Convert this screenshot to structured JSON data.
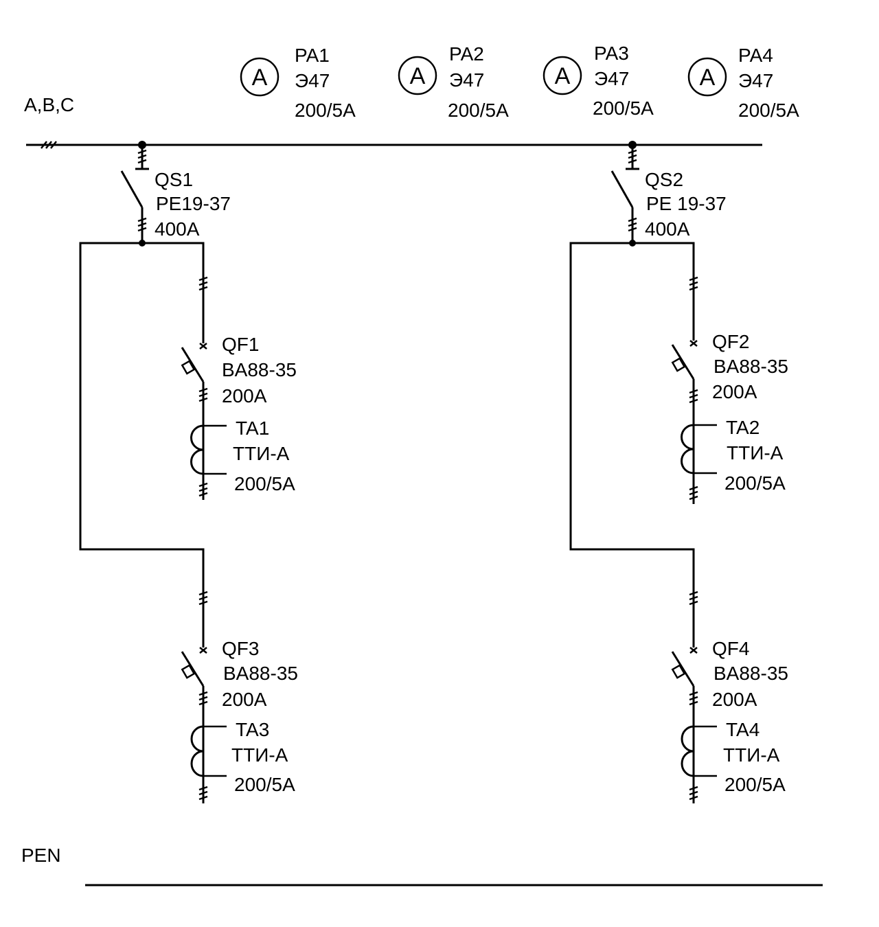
{
  "bus_label": "A,B,C",
  "pen_label": "PEN",
  "ammeters": [
    {
      "symbol": "A",
      "name": "PA1",
      "type": "Э47",
      "rating": "200/5A"
    },
    {
      "symbol": "A",
      "name": "PA2",
      "type": "Э47",
      "rating": "200/5A"
    },
    {
      "symbol": "A",
      "name": "PA3",
      "type": "Э47",
      "rating": "200/5A"
    },
    {
      "symbol": "A",
      "name": "PA4",
      "type": "Э47",
      "rating": "200/5A"
    }
  ],
  "switches": [
    {
      "name": "QS1",
      "type": "PE19-37",
      "rating": "400A"
    },
    {
      "name": "QS2",
      "type": "PE 19-37",
      "rating": "400A"
    }
  ],
  "breakers": [
    {
      "name": "QF1",
      "type": "BA88-35",
      "rating": "200A"
    },
    {
      "name": "QF2",
      "type": "BA88-35",
      "rating": "200A"
    },
    {
      "name": "QF3",
      "type": "BA88-35",
      "rating": "200A"
    },
    {
      "name": "QF4",
      "type": "BA88-35",
      "rating": "200A"
    }
  ],
  "transformers": [
    {
      "name": "TA1",
      "type": "ТТИ-А",
      "rating": "200/5A"
    },
    {
      "name": "TA2",
      "type": "ТТИ-А",
      "rating": "200/5A"
    },
    {
      "name": "TA3",
      "type": "ТТИ-А",
      "rating": "200/5A"
    },
    {
      "name": "TA4",
      "type": "ТТИ-А",
      "rating": "200/5A"
    }
  ]
}
